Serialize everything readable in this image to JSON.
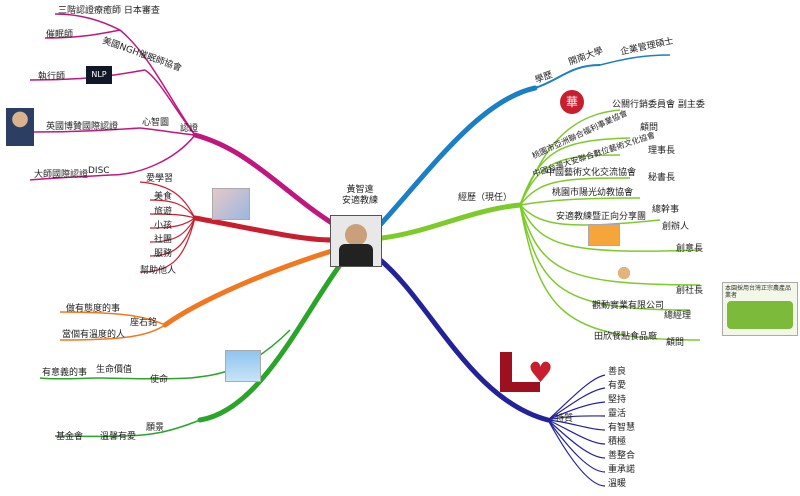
{
  "center": {
    "name": "黃智遠",
    "title": "安適教練"
  },
  "branches": {
    "education": {
      "label": "學歷",
      "items": [
        "開南大學",
        "企業管理碩士"
      ]
    },
    "experience": {
      "label": "經歷（現任）",
      "items": [
        {
          "label": "公關行銷委員會 副主委"
        },
        {
          "label": "桃園市亞洲聯合福利事業協會",
          "role": "顧問"
        },
        {
          "label": "中國台灣大安聯合數位藝術文化協會",
          "role": "理事長"
        },
        {
          "label": "中國藝術文化交流協會",
          "role": "秘書長"
        },
        {
          "label": "桃園市陽光幼教協會",
          "role": "總幹事"
        },
        {
          "label": "安適教練暨正向分享團",
          "role": "創辦人"
        },
        {
          "label": "",
          "role": "創意長"
        },
        {
          "label": "",
          "role": "創社長"
        },
        {
          "label": "觀動實業有限公司",
          "role": "總經理"
        },
        {
          "label": "田欣餐點食品廠",
          "role": "顧問"
        }
      ]
    },
    "traits": {
      "label": "特質",
      "items": [
        "善良",
        "有愛",
        "堅持",
        "靈活",
        "有智慧",
        "積極",
        "善整合",
        "重承諾",
        "溫暖"
      ]
    },
    "vision": {
      "label": "願景",
      "sub": "溫馨有愛",
      "leaf": "基金會"
    },
    "mission": {
      "label": "使命",
      "sub": "生命價值",
      "leaf": "有意義的事"
    },
    "motto": {
      "label": "座右銘",
      "items": [
        "做有態度的事",
        "當個有溫度的人"
      ]
    },
    "interests": {
      "label": "",
      "items": [
        "愛學習",
        "美食",
        "旅遊",
        "小孩",
        "社團",
        "服務",
        "幫助他人"
      ]
    },
    "certs": {
      "label": "認證",
      "items": [
        {
          "label": "三階認證療癒師 日本審查"
        },
        {
          "label": "催眠師"
        },
        {
          "label": "美國NGH催眠師協會"
        },
        {
          "label": "執行師"
        },
        {
          "label": "心智圖"
        },
        {
          "label": "英國博贊國際認證"
        },
        {
          "label": "大師國際認證"
        },
        {
          "label": "DISC"
        }
      ]
    }
  },
  "decor": {
    "nlp_badge": "NLP",
    "hua_badge": "華",
    "ad_caption": "本園採用台灣正宗農產品業者"
  },
  "colors": {
    "education": "#1a7fc4",
    "experience": "#7ccb2a",
    "traits": "#22229a",
    "vision": "#2aa52a",
    "motto": "#f07820",
    "interests": "#c81e2e",
    "certs": "#c0177f"
  }
}
